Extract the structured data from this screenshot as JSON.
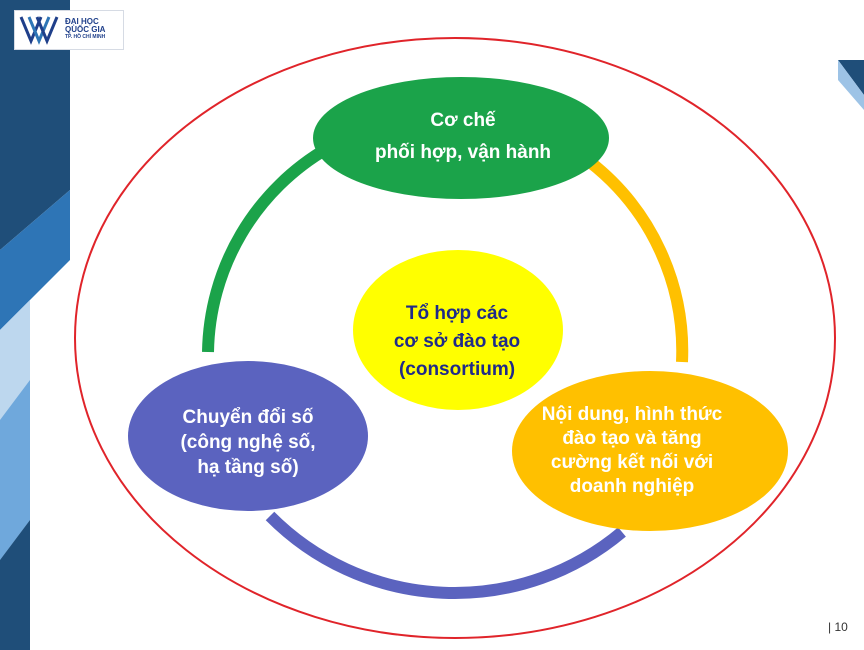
{
  "logo": {
    "line1": "ĐẠI HỌC",
    "line2": "QUỐC GIA",
    "line3": "TP. HỒ CHÍ MINH"
  },
  "diagram": {
    "center": [
      "Tổ hợp các",
      "cơ sở đào tạo",
      "(consortium)"
    ],
    "top": [
      "Cơ chế",
      "phối hợp, vận hành"
    ],
    "left": [
      "Chuyển đổi số",
      "(công nghệ số,",
      "hạ tầng số)"
    ],
    "right": [
      "Nội dung, hình thức",
      "đào tạo và tăng",
      "cường kết nối với",
      "doanh nghiệp"
    ]
  },
  "page_number": "| 10",
  "colors": {
    "top_node": "#1ba34a",
    "center_node": "#ffff00",
    "left_node": "#5b63bf",
    "right_node": "#ffc000",
    "outer_ring": "#e0242a",
    "center_text": "#1f2a8a",
    "sidebar_dark": "#1f4e79",
    "sidebar_light": "#6fa8dc"
  }
}
